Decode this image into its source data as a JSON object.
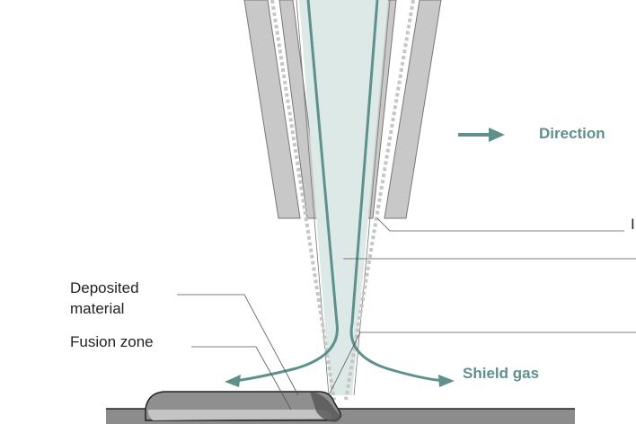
{
  "labels": {
    "direction": "Direction",
    "deposited_line1": "Deposited",
    "deposited_line2": "material",
    "fusion_zone": "Fusion zone",
    "shield_gas": "Shield gas",
    "cut_label": "I"
  },
  "colors": {
    "teal": "#5f918c",
    "beam_fill": "#dce9e7",
    "wall": "#c8c8c8",
    "plate": "#8c8c8c"
  }
}
